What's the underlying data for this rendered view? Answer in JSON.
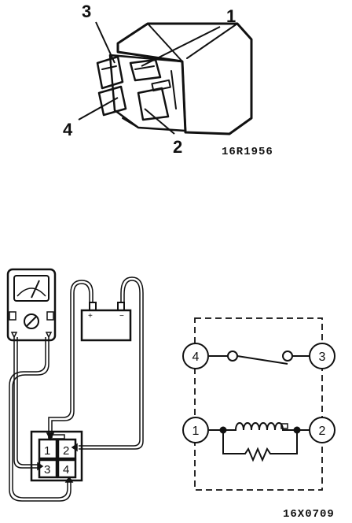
{
  "relay_figure": {
    "callouts": [
      "1",
      "2",
      "3",
      "4"
    ],
    "figure_code": "16R1956"
  },
  "test_figure": {
    "connector_pins": [
      "1",
      "2",
      "3",
      "4"
    ],
    "battery_terminals": {
      "positive": "+",
      "negative": "−"
    },
    "figure_code": "16X0709"
  },
  "schematic": {
    "terminals": [
      "4",
      "3",
      "1",
      "2"
    ]
  }
}
